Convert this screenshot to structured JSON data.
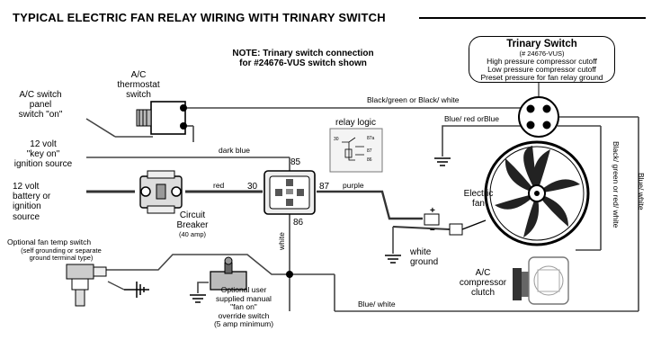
{
  "title": "TYPICAL ELECTRIC FAN RELAY WIRING WITH TRINARY SWITCH",
  "note": {
    "line1": "NOTE:  Trinary switch connection",
    "line2": "for #24676-VUS switch shown"
  },
  "trinary": {
    "title": "Trinary Switch",
    "part": "(# 24676-VUS)",
    "lines": [
      "High pressure compressor cutoff",
      "Low pressure compressor cutoff",
      "Preset pressure for fan relay ground"
    ]
  },
  "labels": {
    "ac_thermostat": [
      "A/C",
      "thermostat",
      "switch"
    ],
    "ac_switch_panel": [
      "A/C switch",
      "panel",
      "switch \"on\""
    ],
    "key_on": [
      "12 volt",
      "\"key on\"",
      "ignition source"
    ],
    "battery": [
      "12 volt",
      "battery or",
      "ignition",
      "source"
    ],
    "breaker": [
      "Circuit",
      "Breaker"
    ],
    "breaker_amp": "(40 amp)",
    "relay_logic": "relay logic",
    "electric_fan": [
      "Electric",
      "fan"
    ],
    "white_ground": [
      "white",
      "ground"
    ],
    "compressor": [
      "A/C",
      "compressor",
      "clutch"
    ],
    "fan_temp": "Optional fan temp switch",
    "fan_temp_sub": [
      "(self grounding or separate",
      "ground terminal type)"
    ],
    "manual_switch": [
      "Optional user",
      "supplied manual",
      "\"fan on\"",
      "override switch",
      "(5 amp minimum)"
    ]
  },
  "wires": {
    "black_green": "Black/green or Black/ white",
    "blue_red": "Blue/ red orBlue",
    "dark_blue": "dark blue",
    "red": "red",
    "purple": "purple",
    "white": "white",
    "blue_white_bottom": "Blue/ white",
    "black_green_red": "Black/ green or red/ white",
    "blue_white_right": "Blue/ white"
  },
  "relay_pins": {
    "p85": "85",
    "p30": "30",
    "p87": "87",
    "p86": "86"
  },
  "relay_logic_pins": [
    "30",
    "87a",
    "87",
    "86"
  ],
  "polarity": {
    "plus": "+",
    "minus": "–"
  }
}
